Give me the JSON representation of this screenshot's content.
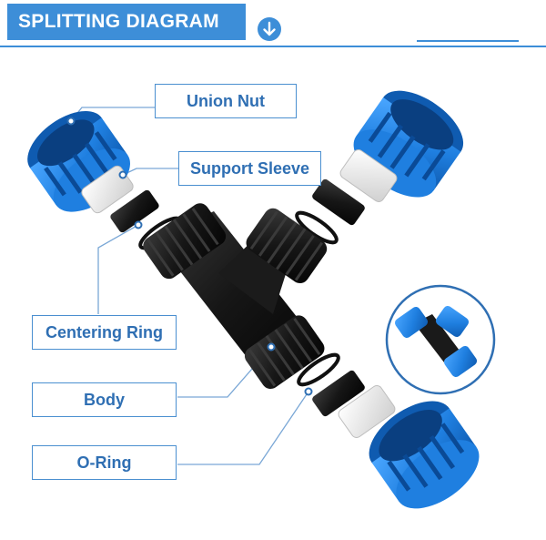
{
  "header": {
    "title": "SPLITTING DIAGRAM"
  },
  "labels": {
    "union_nut": "Union Nut",
    "support_sleeve": "Support Sleeve",
    "centering_ring": "Centering Ring",
    "body": "Body",
    "o_ring": "O-Ring"
  },
  "icons": {
    "header_icon": "arrow-down-icon"
  },
  "colors": {
    "accent": "#3d8ed8",
    "label_text": "#2f6fb3",
    "nut_blue": "#1f7fe0",
    "body_black": "#1a1a1a",
    "sleeve_white": "#e6e6e6"
  }
}
